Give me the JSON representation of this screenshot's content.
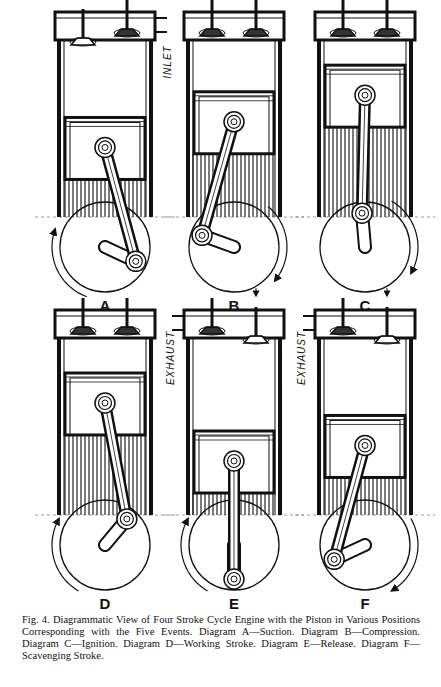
{
  "diagram": {
    "caption": "Fig. 4. Diagrammatic View of Four Stroke Cycle Engine with the Piston in Various Positions Corresponding with the Five Events. Diagram A—Suction. Diagram B—Compression. Diagram C—Ignition. Diagram D—Working Stroke. Diagram E—Release. Diagram F—Scavenging Stroke.",
    "labels": [
      "INLET",
      "A",
      "B",
      "C",
      "EXHAUST",
      "EXHAUST",
      "D",
      "E",
      "F"
    ]
  }
}
